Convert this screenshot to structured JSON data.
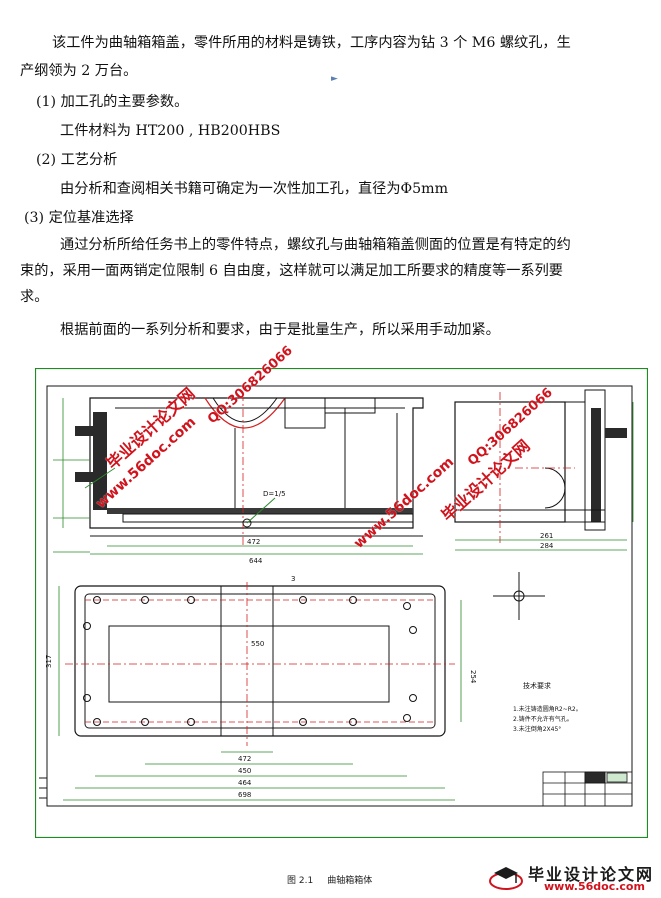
{
  "paragraphs": [
    "该工件为曲轴箱箱盖，零件所用的材料是铸铁，工序内容为钻 3 个 M6 螺纹孔，生",
    "产纲领为 2 万台。",
    "(1)  加工孔的主要参数。",
    "工件材料为 HT200 ,  HB200HBS",
    "(2)  工艺分析",
    "由分析和查阅相关书籍可确定为一次性加工孔，直径为Φ5mm",
    "(3) 定位基准选择",
    "通过分析所给任务书上的零件特点，螺纹孔与曲轴箱箱盖侧面的位置是有特定的约",
    "束的，采用一面两销定位限制 6 自由度，这样就可以满足加工所要求的精度等一系列要",
    "求。",
    "根据前面的一系列分析和要求，由于是批量生产，所以采用手动加紧。"
  ],
  "drawing": {
    "dims": [
      "644",
      "450",
      "472",
      "464",
      "698",
      "261",
      "284",
      "254",
      "317",
      "550",
      "3"
    ],
    "notes_title": "技术要求",
    "notes": [
      "1.未注铸造圆角R2~R2。",
      "2.铸件不允许有气孔。",
      "3.未注倒角2X45°"
    ],
    "colors": {
      "line": "#141414",
      "frame": "#1e8c22",
      "center": "#d42020",
      "dim": "#2a8a2a"
    }
  },
  "watermarks": [
    "毕业设计论文网",
    "www.56doc.com",
    "QQ:306826066"
  ],
  "caption": {
    "figure_no": "图 2.1",
    "title": "曲轴箱箱体"
  },
  "logo": {
    "name": "毕业设计论文网",
    "url": "www.56doc.com"
  }
}
